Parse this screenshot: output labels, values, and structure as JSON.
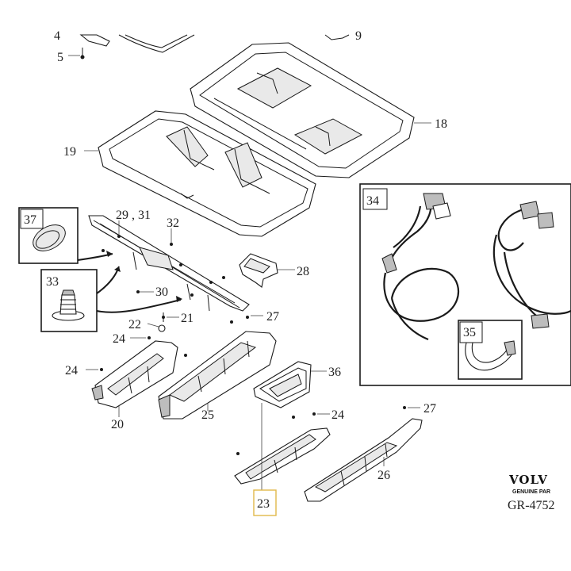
{
  "labels": {
    "p4": "4",
    "p5": "5",
    "p9": "9",
    "p18": "18",
    "p19": "19",
    "p29_31": "29 , 31",
    "p32": "32",
    "p28": "28",
    "p33": "33",
    "p37": "37",
    "p30": "30",
    "p21": "21",
    "p22": "22",
    "p24a": "24",
    "p24b": "24",
    "p27a": "27",
    "p20": "20",
    "p25": "25",
    "p36": "36",
    "p24c": "24",
    "p27b": "27",
    "p26": "26",
    "p23": "23",
    "p34": "34",
    "p35": "35"
  },
  "brand": {
    "name": "VOLV",
    "subtitle": "GENUINE PAR"
  },
  "reference_code": "GR-4752",
  "colors": {
    "highlight_box": "#e0b84a",
    "line": "#1a1a1a"
  }
}
